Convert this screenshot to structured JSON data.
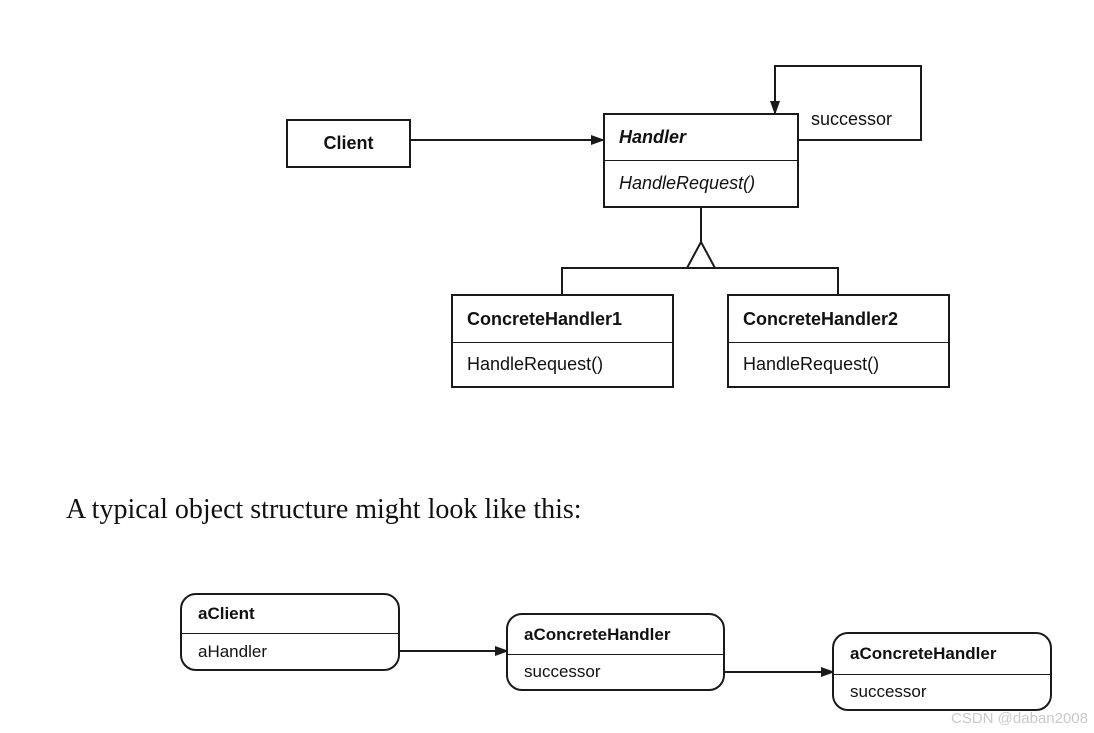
{
  "class_diagram": {
    "client": {
      "label": "Client"
    },
    "handler": {
      "title": "Handler",
      "operation": "HandleRequest()",
      "successor_label": "successor"
    },
    "concrete1": {
      "title": "ConcreteHandler1",
      "operation": "HandleRequest()"
    },
    "concrete2": {
      "title": "ConcreteHandler2",
      "operation": "HandleRequest()"
    }
  },
  "caption": "A typical object structure might look like this:",
  "object_diagram": {
    "a_client": {
      "title": "aClient",
      "field": "aHandler"
    },
    "a_concrete_1": {
      "title": "aConcreteHandler",
      "field": "successor"
    },
    "a_concrete_2": {
      "title": "aConcreteHandler",
      "field": "successor"
    }
  },
  "watermark": "CSDN @daban2008"
}
